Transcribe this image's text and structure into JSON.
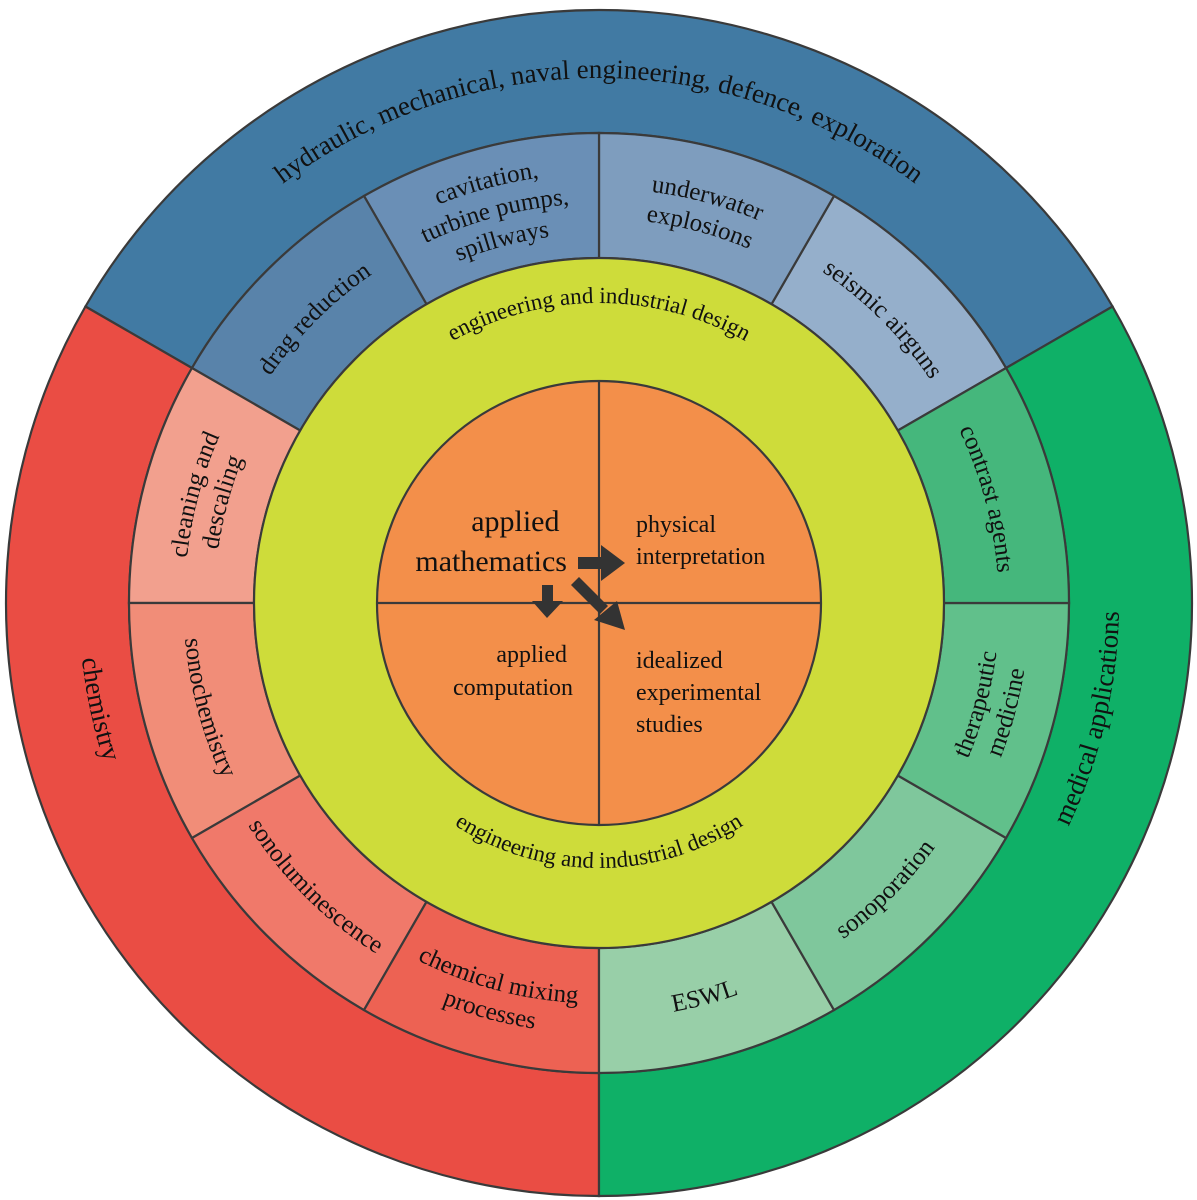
{
  "title": "Sunburst diagram: applied mathematics to engineering, chemistry and medical applications",
  "colors": {
    "outer_blue": "#417aa3",
    "outer_red": "#ea4d44",
    "outer_green": "#0fb067",
    "middle_blue": [
      "#5983aa",
      "#6a8fb6",
      "#7e9dbe",
      "#95afcb"
    ],
    "middle_green": [
      "#45b77c",
      "#61c08b",
      "#7fc79c",
      "#98cfa8"
    ],
    "middle_red": [
      "#ed6253",
      "#f0796a",
      "#f18d78",
      "#f2a08e"
    ],
    "ring": "#cedc3a",
    "core": "#f38f4a",
    "stroke": "#3a3a3a",
    "arrow": "#333333"
  },
  "outer": [
    {
      "label": "hydraulic, mechanical, naval engineering, defence, exploration",
      "color_key": "outer_blue"
    },
    {
      "label": "chemistry",
      "color_key": "outer_red"
    },
    {
      "label": "medical applications",
      "color_key": "outer_green"
    }
  ],
  "middle": [
    {
      "lines": [
        "seismic airguns"
      ],
      "group": "blue"
    },
    {
      "lines": [
        "underwater",
        "explosions"
      ],
      "group": "blue"
    },
    {
      "lines": [
        "cavitation,",
        "turbine pumps,",
        "spillways"
      ],
      "group": "blue"
    },
    {
      "lines": [
        "drag reduction"
      ],
      "group": "blue"
    },
    {
      "lines": [
        "cleaning and",
        "descaling"
      ],
      "group": "red"
    },
    {
      "lines": [
        "sonochemistry"
      ],
      "group": "red"
    },
    {
      "lines": [
        "sonoluminescence"
      ],
      "group": "red"
    },
    {
      "lines": [
        "chemical mixing",
        "processes"
      ],
      "group": "red"
    },
    {
      "lines": [
        "ESWL"
      ],
      "group": "green"
    },
    {
      "lines": [
        "sonoporation"
      ],
      "group": "green"
    },
    {
      "lines": [
        "therapeutic",
        "medicine"
      ],
      "group": "green"
    },
    {
      "lines": [
        "contrast agents"
      ],
      "group": "green"
    }
  ],
  "ring": {
    "top_label": "engineering and industrial design",
    "bottom_label": "engineering and industrial design"
  },
  "core": {
    "top_left": [
      "applied",
      "mathematics"
    ],
    "top_right": [
      "physical",
      "interpretation"
    ],
    "bottom_left": [
      "applied",
      "computation"
    ],
    "bottom_right": [
      "idealized",
      "experimental",
      "studies"
    ]
  },
  "arrows": [
    {
      "from": "applied mathematics",
      "to": "physical interpretation"
    },
    {
      "from": "applied mathematics",
      "to": "applied computation"
    },
    {
      "from": "applied mathematics",
      "to": "idealized experimental studies"
    }
  ]
}
